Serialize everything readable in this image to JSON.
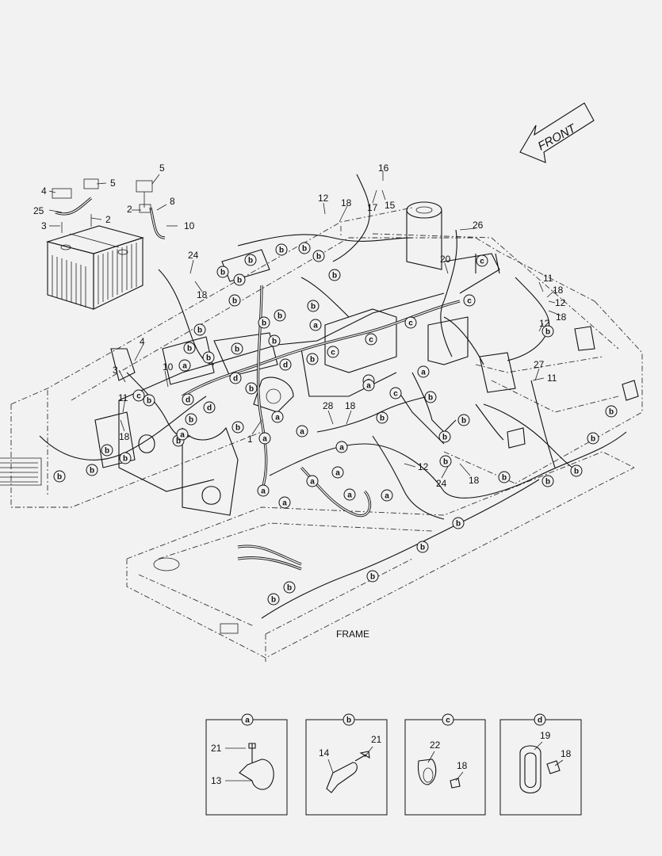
{
  "front_label": "FRONT",
  "frame_label": "FRAME",
  "callouts": [
    {
      "text": "1"
    },
    {
      "text": "2"
    },
    {
      "text": "2"
    },
    {
      "text": "3"
    },
    {
      "text": "3"
    },
    {
      "text": "4"
    },
    {
      "text": "4"
    },
    {
      "text": "5"
    },
    {
      "text": "5"
    },
    {
      "text": "8"
    },
    {
      "text": "10"
    },
    {
      "text": "10"
    },
    {
      "text": "11"
    },
    {
      "text": "11"
    },
    {
      "text": "11"
    },
    {
      "text": "12"
    },
    {
      "text": "12"
    },
    {
      "text": "12"
    },
    {
      "text": "12"
    },
    {
      "text": "15"
    },
    {
      "text": "16"
    },
    {
      "text": "17"
    },
    {
      "text": "18"
    },
    {
      "text": "18"
    },
    {
      "text": "18"
    },
    {
      "text": "18"
    },
    {
      "text": "18"
    },
    {
      "text": "18"
    },
    {
      "text": "18"
    },
    {
      "text": "20"
    },
    {
      "text": "24"
    },
    {
      "text": "24"
    },
    {
      "text": "25"
    },
    {
      "text": "26"
    },
    {
      "text": "27"
    },
    {
      "text": "28"
    }
  ],
  "clip_markers": [
    "b",
    "b",
    "b",
    "b",
    "b",
    "b",
    "b",
    "b",
    "b",
    "b",
    "b",
    "b",
    "b",
    "b",
    "b",
    "b",
    "b",
    "b",
    "b",
    "b",
    "b",
    "b",
    "b",
    "b",
    "b",
    "b",
    "b",
    "b",
    "b",
    "b",
    "b",
    "b",
    "b",
    "b",
    "b",
    "b",
    "b",
    "b",
    "b",
    "b",
    "b",
    "b",
    "a",
    "a",
    "a",
    "a",
    "a",
    "a",
    "a",
    "a",
    "a",
    "a",
    "a",
    "a",
    "a",
    "a",
    "a",
    "a",
    "c",
    "c",
    "c",
    "c",
    "c",
    "c",
    "c",
    "d",
    "d",
    "d",
    "d"
  ],
  "detail_boxes": [
    {
      "key": "a",
      "labels": [
        "21",
        "13"
      ]
    },
    {
      "key": "b",
      "labels": [
        "21",
        "14"
      ]
    },
    {
      "key": "c",
      "labels": [
        "22",
        "18"
      ]
    },
    {
      "key": "d",
      "labels": [
        "19",
        "18"
      ]
    }
  ]
}
